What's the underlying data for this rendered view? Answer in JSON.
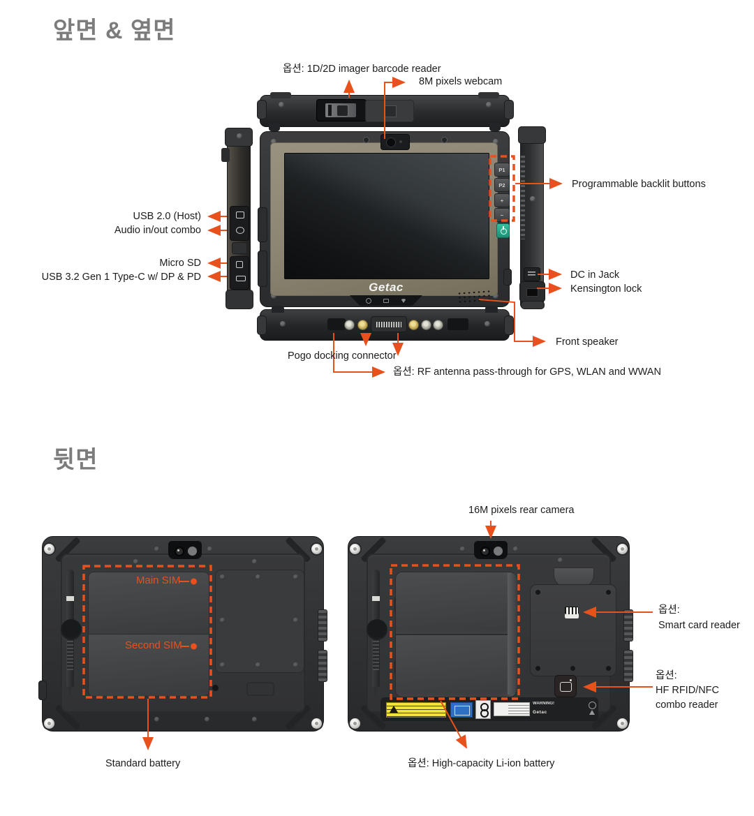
{
  "colors": {
    "accent_orange": "#e8511c",
    "power_button_teal": "#2bab8e",
    "bezel_tan": "#8d8573",
    "title_gray": "#7c7c7c"
  },
  "front": {
    "title": "앞면 & 옆면",
    "labels": {
      "barcode": "옵션: 1D/2D imager barcode reader",
      "webcam": "8M pixels webcam",
      "usb2": "USB 2.0 (Host)",
      "audio": "Audio in/out combo",
      "microsd": "Micro SD",
      "usbc": "USB 3.2 Gen 1 Type-C w/ DP & PD",
      "backlit_buttons": "Programmable backlit buttons",
      "dc_jack": "DC in Jack",
      "kensington": "Kensington lock",
      "front_speaker": "Front speaker",
      "pogo": "Pogo docking connector",
      "rf_antenna": "옵션: RF antenna pass-through for GPS, WLAN and WWAN"
    },
    "device": {
      "logo": "Getac",
      "buttons": [
        "P1",
        "P2",
        "+",
        "−"
      ]
    }
  },
  "rear": {
    "title": "뒷면",
    "labels": {
      "rear_camera": "16M pixels rear camera",
      "main_sim": "Main SIM",
      "second_sim": "Second SIM",
      "standard_battery": "Standard battery",
      "high_capacity_battery": "옵션: High-capacity Li-ion battery",
      "smart_card_line1": "옵션:",
      "smart_card_line2": "Smart card reader",
      "nfc_line1": "옵션:",
      "nfc_line2": "HF RFID/NFC",
      "nfc_line3": "combo reader"
    },
    "stickers": {
      "warning": "WARNING!",
      "brand": "Getac"
    }
  }
}
